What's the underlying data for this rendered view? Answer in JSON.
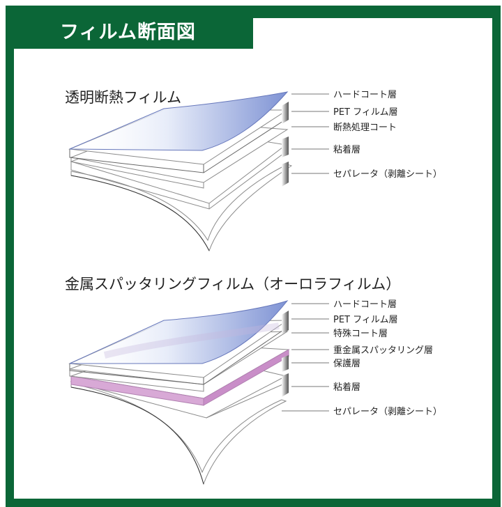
{
  "page_title": "フィルム断面図",
  "sections": [
    {
      "title": "透明断熱フィルム",
      "labels": [
        "ハードコート層",
        "PET フィルム層",
        "断熱処理コート",
        "粘着層",
        "セパレータ（剥離シート）"
      ]
    },
    {
      "title": "金属スパッタリングフィルム（オーロラフィルム）",
      "labels": [
        "ハードコート層",
        "PET フィルム層",
        "特殊コート層",
        "重金属スパッタリング層",
        "保護層",
        "粘着層",
        "セパレータ（剥離シート）"
      ]
    }
  ],
  "colors": {
    "frame": "#0b6637",
    "hard_coat": "#7f93d4",
    "sputter": "#d8a9d6"
  }
}
